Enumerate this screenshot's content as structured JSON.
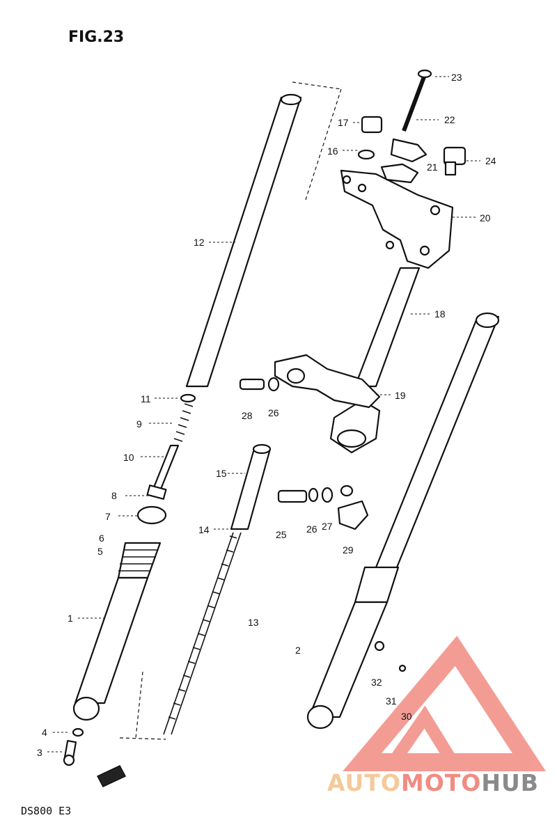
{
  "figure": {
    "title": "FIG.23",
    "model_code": "DS800 E3"
  },
  "callouts": [
    "1",
    "2",
    "3",
    "4",
    "5",
    "6",
    "7",
    "8",
    "9",
    "10",
    "11",
    "12",
    "13",
    "14",
    "15",
    "16",
    "17",
    "18",
    "19",
    "20",
    "21",
    "22",
    "23",
    "24",
    "25",
    "26",
    "26",
    "27",
    "28",
    "29",
    "30",
    "31",
    "32"
  ],
  "watermark": {
    "parts": [
      "AUTO",
      "MOTO",
      "HUB"
    ],
    "colors": {
      "auto": "#f6c99a",
      "moto": "#f28b82",
      "hub": "#8a8a8a",
      "logo": "#f28b82"
    }
  }
}
